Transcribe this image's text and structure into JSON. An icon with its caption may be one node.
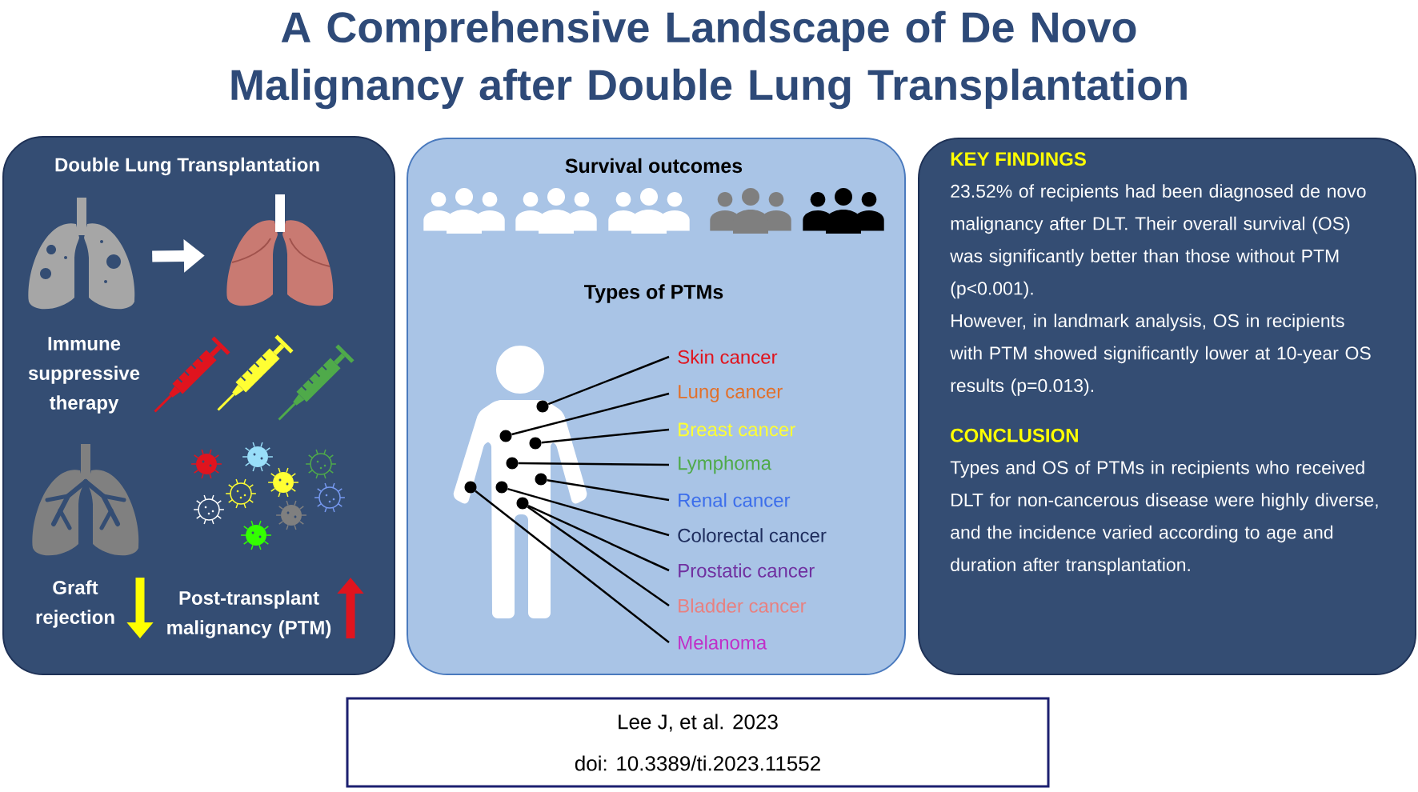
{
  "diagram": {
    "title": "A Comprehensive Landscape of De Novo Malignancy after Double Lung Transplantation",
    "nodes": [
      {
        "text": [
          "Double Lung Transplantation"
        ]
      },
      {
        "text": [],
        "shape": "picture",
        "in": 0
      },
      {
        "text": [],
        "shape": "picture",
        "in": 0
      },
      {
        "text": [
          "Survival outcomes",
          "Types of PTMs"
        ]
      },
      {
        "text": [
          "Skin cancer"
        ],
        "in": 3
      },
      {
        "text": [
          "Lung cancer"
        ],
        "in": 3
      },
      {
        "text": [
          "Breast cancer"
        ],
        "in": 3
      },
      {
        "text": [
          "Lymphoma"
        ],
        "in": 3
      },
      {
        "text": [
          "Renal cancer"
        ],
        "in": 3
      },
      {
        "text": [
          "Colorectal cancer"
        ],
        "in": 3
      },
      {
        "text": [
          "Prostatic cancer"
        ],
        "in": 3
      },
      {
        "text": [
          "Bladder cancer"
        ],
        "in": 3
      },
      {
        "text": [
          "Melanoma"
        ],
        "in": 3
      },
      {
        "text": [],
        "shape": "circle",
        "in": 3
      },
      {
        "text": [],
        "shape": "circle",
        "in": 3
      },
      {
        "text": [],
        "shape": "circle",
        "in": 3
      },
      {
        "text": [],
        "shape": "circle",
        "in": 3
      },
      {
        "text": [],
        "shape": "circle",
        "in": 3
      },
      {
        "text": [],
        "shape": "circle",
        "in": 3
      },
      {
        "text": [],
        "shape": "circle",
        "in": 3
      },
      {
        "text": [],
        "shape": "circle",
        "in": 3
      },
      {
        "text": [
          "KEY FINDINGS",
          "23.52% of recipients had been diagnosed de novo malignancy after DLT. Their overall survival (OS) was significantly better than those without PTM (p<0.001).",
          "However, in landmark analysis, OS in recipients with PTM showed significantly lower at 10-year OS results (p=0.013).",
          "CONCLUSION",
          "Types and OS of PTMs in recipients who received DLT for non-cancerous disease were highly diverse, and the incidence varied according to age and duration after transplantation."
        ]
      },
      {
        "text": [
          "Lee J, et al. 2023",
          "doi: 10.3389/ti.2023.11552"
        ]
      }
    ],
    "edges": [
      {
        "from": 1,
        "to": 2,
        "arrow": "to",
        "style": "thick",
        "color": "#ffffff"
      },
      {
        "from": 4,
        "to": 13,
        "arrow": "none"
      },
      {
        "from": 5,
        "to": 14,
        "arrow": "none"
      },
      {
        "from": 6,
        "to": 15,
        "arrow": "none"
      },
      {
        "from": 7,
        "to": 16,
        "arrow": "none"
      },
      {
        "from": 8,
        "to": 17,
        "arrow": "none"
      },
      {
        "from": 9,
        "to": 18,
        "arrow": "none"
      },
      {
        "from": 10,
        "to": 19,
        "arrow": "none"
      },
      {
        "from": 11,
        "to": 19,
        "arrow": "none"
      },
      {
        "from": 12,
        "to": 20,
        "arrow": "none"
      }
    ],
    "labels": [
      "Immune suppressive therapy",
      "Graft rejection",
      "Post-transplant malignancy (PTM)"
    ]
  }
}
